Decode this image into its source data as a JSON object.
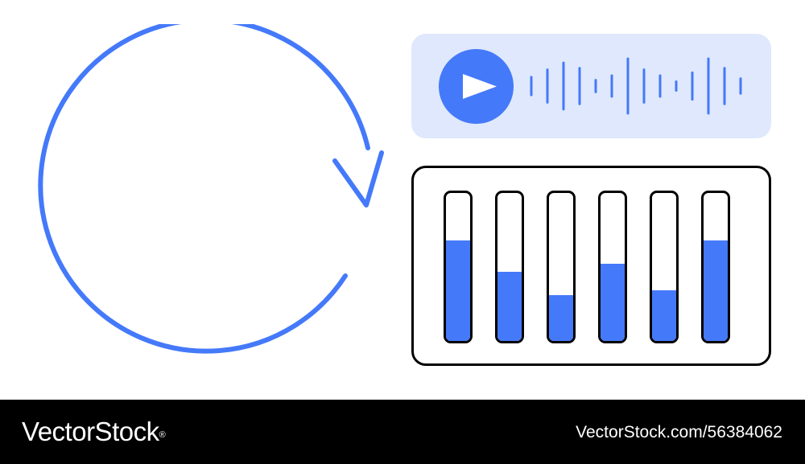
{
  "colors": {
    "accent": "#4479fa",
    "accent_light": "#dfe8fc",
    "outline": "#000000",
    "footer_bg": "#000000",
    "footer_text": "#ffffff"
  },
  "illustration": {
    "refresh_icon": "circular-arrow-icon",
    "player": {
      "play_icon": "play-icon",
      "waveform_icon": "audio-waveform-icon",
      "waveform_levels": [
        0.3,
        0.55,
        0.78,
        0.6,
        0.2,
        0.35,
        0.92,
        0.55,
        0.35,
        0.15,
        0.45,
        0.92,
        0.6,
        0.25
      ]
    },
    "mixer": {
      "slider_levels": [
        0.68,
        0.47,
        0.31,
        0.52,
        0.34,
        0.68
      ]
    }
  },
  "footer": {
    "brand": "VectorStock",
    "brand_mark": "®",
    "image_id": "VectorStock.com/56384062"
  }
}
